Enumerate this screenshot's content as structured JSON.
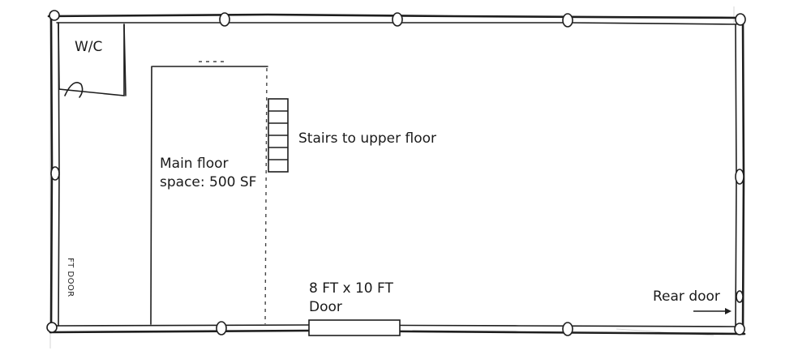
{
  "labels": {
    "wc": "W/C",
    "stairs": "Stairs to upper floor",
    "main_floor_line1": "Main floor",
    "main_floor_line2": "space: 500 SF",
    "door_line1": "8 FT x 10 FT",
    "door_line2": "Door",
    "rear_door": "Rear door",
    "front_door_side": "FT DOOR"
  },
  "symbols": {
    "rear_door_arrow": "arrow-right-icon",
    "column_marker": "column-post-icon"
  },
  "colors": {
    "ink": "#1e1e1e",
    "background": "#ffffff"
  }
}
